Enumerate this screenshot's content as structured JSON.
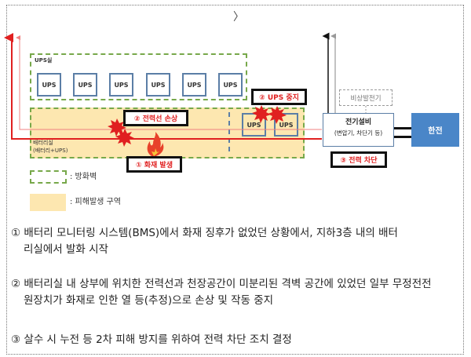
{
  "nav": {
    "next_glyph": "〉"
  },
  "diagram": {
    "ups_room_label": "UPS실",
    "ups_label": "UPS",
    "ups_room_units": [
      "UPS",
      "UPS",
      "UPS",
      "UPS",
      "UPS",
      "UPS"
    ],
    "battery_room_label_1": "배터리실",
    "battery_room_label_2": "(배터리+UPS)",
    "battery_room_units": [
      "UPS",
      "UPS"
    ],
    "tag_power_line_damage": "② 전력선 손상",
    "tag_ups_stop": "② UPS 중지",
    "tag_fire": "① 화재 발생",
    "tag_power_cut": "③ 전력 차단",
    "emergency_generator": "비상발전기",
    "electrical_equipment_1": "전기설비",
    "electrical_equipment_2": "(변압기, 차단기 등)",
    "utility_power": "한전",
    "colors": {
      "fire_line": "#e02020",
      "damage_zone": "#fde7b0",
      "firewall": "#77a84a",
      "utility": "#4a86c8"
    }
  },
  "legend": {
    "firewall": ": 방화벽",
    "damage_zone": ": 피해발생 구역"
  },
  "description": [
    {
      "line1": "① 배터리 모니터링 시스템(BMS)에서 화재 징후가 없었던 상황에서, 지하3층 내의 배터",
      "line2": "리실에서 발화 시작"
    },
    {
      "line1": "② 배터리실 내 상부에 위치한 전력선과 천장공간이 미분리된 격벽 공간에 있었던 일부 무정전전",
      "line2": "원장치가 화재로 인한 열 등(추정)으로 손상 및 작동 중지"
    },
    {
      "line1": "③ 살수 시 누전 등 2차 피해 방지를 위하여 전력 차단 조치 결정"
    }
  ]
}
